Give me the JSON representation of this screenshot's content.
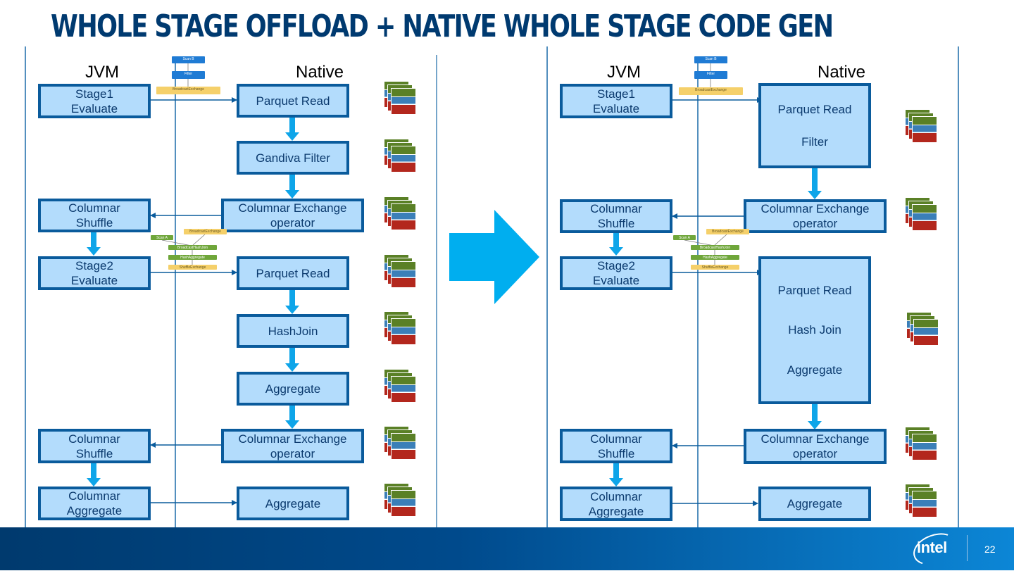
{
  "title": "WHOLE STAGE OFFLOAD + NATIVE WHOLE STAGE CODE GEN",
  "left": {
    "jvm_label": "JVM",
    "native_label": "Native",
    "jvm_boxes": [
      {
        "line1": "Stage1",
        "line2": "Evaluate"
      },
      {
        "line1": "Columnar",
        "line2": "Shuffle"
      },
      {
        "line1": "Stage2",
        "line2": "Evaluate"
      },
      {
        "line1": "Columnar",
        "line2": "Shuffle"
      },
      {
        "line1": "Columnar",
        "line2": "Aggregate"
      }
    ],
    "native_boxes": [
      {
        "line1": "Parquet Read",
        "line2": ""
      },
      {
        "line1": "Gandiva Filter",
        "line2": ""
      },
      {
        "line1": "Columnar Exchange",
        "line2": "operator"
      },
      {
        "line1": "Parquet Read",
        "line2": ""
      },
      {
        "line1": "HashJoin",
        "line2": ""
      },
      {
        "line1": "Aggregate",
        "line2": ""
      },
      {
        "line1": "Columnar Exchange",
        "line2": "operator"
      },
      {
        "line1": "Aggregate",
        "line2": ""
      }
    ]
  },
  "right": {
    "jvm_label": "JVM",
    "native_label": "Native",
    "jvm_boxes": [
      {
        "line1": "Stage1",
        "line2": "Evaluate"
      },
      {
        "line1": "Columnar",
        "line2": "Shuffle"
      },
      {
        "line1": "Stage2",
        "line2": "Evaluate"
      },
      {
        "line1": "Columnar",
        "line2": "Shuffle"
      },
      {
        "line1": "Columnar",
        "line2": "Aggregate"
      }
    ],
    "native_boxes": [
      {
        "lines": [
          "Parquet Read",
          "Filter"
        ]
      },
      {
        "lines": [
          "Columnar Exchange",
          "operator"
        ]
      },
      {
        "lines": [
          "Parquet Read",
          "Hash Join",
          "Aggregate"
        ]
      },
      {
        "lines": [
          "Columnar Exchange",
          "operator"
        ]
      },
      {
        "lines": [
          "Aggregate"
        ]
      }
    ]
  },
  "mini_plan": {
    "scan_b": "Scan B",
    "filter": "Filter",
    "broadcast_exchange": "BroadcastExchange",
    "scan_a": "Scan A",
    "broadcast_hash_join": "BroadcastHashJoin",
    "hash_aggregate": "HashAggregate",
    "shuffle_exchange": "ShuffleExchange"
  },
  "colors": {
    "box_fill": "#b3dcfc",
    "box_border": "#0a5b9c",
    "arrow": "#0ea5e9",
    "big_arrow": "#00aeef",
    "footer_start": "#003a6e",
    "footer_end": "#0c86d6",
    "title": "#003a70"
  },
  "footer": {
    "logo_text": "intel",
    "page_number": "22"
  }
}
